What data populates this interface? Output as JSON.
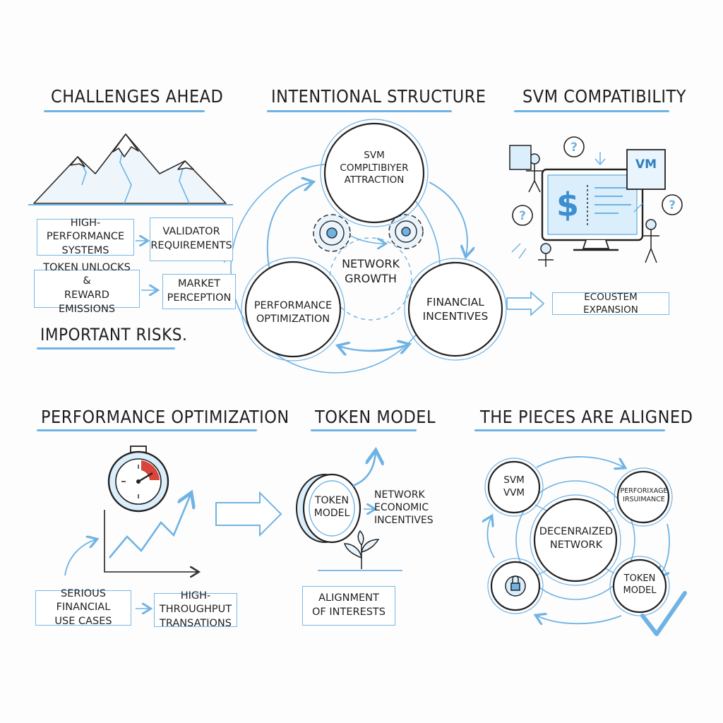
{
  "palette": {
    "accent": "#6fb3e4",
    "ink": "#1e1e1e",
    "red": "#d9443b",
    "panel_blue": "#dbeefb"
  },
  "panels": {
    "challenges": {
      "title": "CHALLENGES AHEAD",
      "box_hps": "HIGH-PERFORMANCE\nSYSTEMS",
      "box_validator": "VALIDATOR\nREQUIREMENTS",
      "box_token_unlocks": "TOKEN UNLOCKS &\nREWARD EMISSIONS",
      "box_market": "MARKET\nPERCEPTION",
      "footer": "IMPORTANT RISKS."
    },
    "structure": {
      "title": "INTENTIONAL STRUCTURE",
      "node_top": "SVM\nCOMPLTIBIYER\nATTRACTION",
      "center": "NETWORK\nGROWTH",
      "node_left": "PERFORMANCE\nOPTIMIZATION",
      "node_right": "FINANCIAL\nINCENTIVES"
    },
    "svm": {
      "title": "SVM COMPATIBILITY",
      "screen_symbol": "$",
      "badge": "VM",
      "box_ecosystem": "ECOUSTEM EXPANSION"
    },
    "performance": {
      "title": "PERFORMANCE OPTIMIZATION",
      "box_financial": "SERIOUS FINANCIAL\nUSE CASES",
      "box_throughput": "HIGH-THROUGHPUT\nTRANSATIONS"
    },
    "token": {
      "title": "TOKEN MODEL",
      "coin_label": "TOKEN\nMODEL",
      "side_text": "NETWORK\nECONOMIC\nINCENTIVES",
      "box_alignment": "ALIGNMENT\nOF INTERESTS"
    },
    "aligned": {
      "title": "THE PIECES ARE ALIGNED",
      "node_svm": "SVM\nVVM",
      "node_perf": "PERFORIXAGE\nIRSUIMANCE",
      "center": "DECENRAIZED\nNETWORK",
      "node_token": "TOKEN\nMODEL"
    }
  }
}
